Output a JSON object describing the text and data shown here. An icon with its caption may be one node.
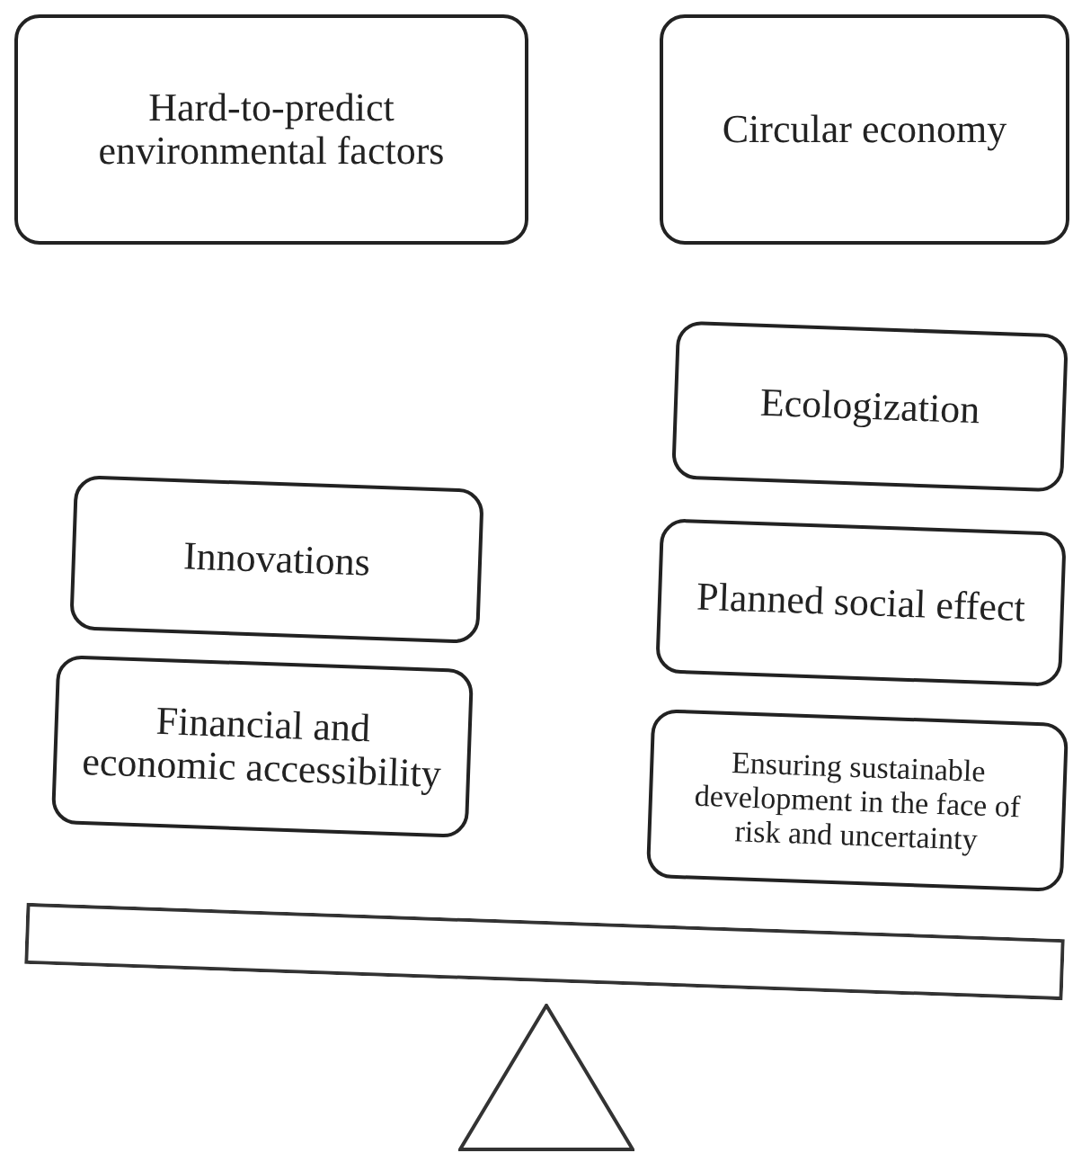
{
  "diagram": {
    "nodes": [
      {
        "text": [
          "Hard-to-predict environmental factors"
        ]
      },
      {
        "text": [
          "Circular economy"
        ]
      },
      {
        "text": [
          "Ecologization"
        ]
      },
      {
        "text": [
          "Innovations"
        ]
      },
      {
        "text": [
          "Planned social effect"
        ]
      },
      {
        "text": [
          "Financial and economic accessibility"
        ]
      },
      {
        "text": [
          "Ensuring sustainable development in the face of risk and uncertainty"
        ]
      },
      {
        "text": [],
        "shape": "bar"
      },
      {
        "text": [],
        "shape": "triangle"
      }
    ],
    "edges": []
  }
}
